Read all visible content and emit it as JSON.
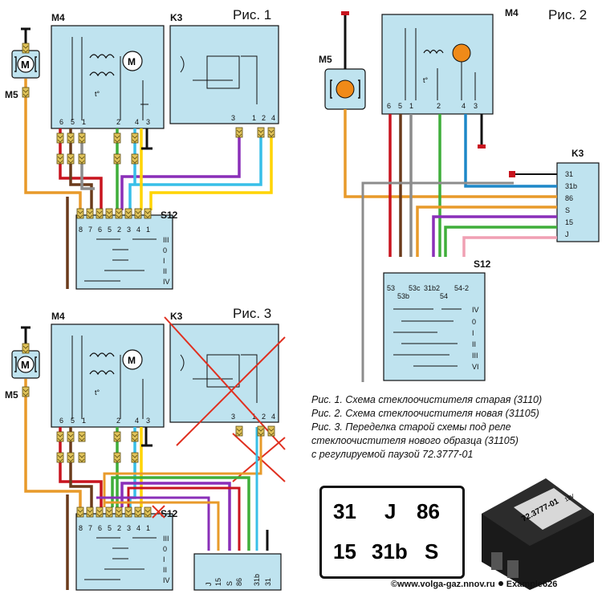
{
  "figures": {
    "fig1": {
      "label": "Рис. 1",
      "motor": "M5",
      "relay_block": "M4",
      "relay": "K3",
      "switch": "S12",
      "m4_pins": [
        "6",
        "5",
        "1",
        "2",
        "4",
        "3"
      ],
      "k3_pins": [
        "3",
        "1",
        "2",
        "4"
      ],
      "s12_pins": [
        "8",
        "7",
        "6",
        "5",
        "2",
        "3",
        "4",
        "1"
      ],
      "s12_positions": [
        "III",
        "0",
        "I",
        "II",
        "IV"
      ]
    },
    "fig2": {
      "label": "Рис. 2",
      "motor": "M5",
      "relay_block": "M4",
      "relay": "K3",
      "switch": "S12",
      "m4_pins": [
        "6",
        "5",
        "1",
        "2",
        "4",
        "3"
      ],
      "k3_pins": [
        "31",
        "31b",
        "86",
        "S",
        "15",
        "J"
      ],
      "s12_pins": [
        "53",
        "53b",
        "53c",
        "31b2",
        "54",
        "54-2"
      ],
      "s12_positions": [
        "IV",
        "0",
        "I",
        "II",
        "III",
        "VI"
      ]
    },
    "fig3": {
      "label": "Рис. 3",
      "motor": "M5",
      "relay_block": "M4",
      "relay": "K3",
      "switch": "S12",
      "m4_pins": [
        "6",
        "5",
        "1",
        "2",
        "4",
        "3"
      ],
      "k3_pins": [
        "3",
        "1",
        "2",
        "4"
      ],
      "s12_pins": [
        "8",
        "7",
        "6",
        "5",
        "2",
        "3",
        "4",
        "1"
      ],
      "s12_positions": [
        "III",
        "0",
        "I",
        "II",
        "IV"
      ],
      "new_relay_pins": [
        "J",
        "15",
        "S",
        "86",
        "31b",
        "31"
      ]
    }
  },
  "caption": {
    "line1": "Рис. 1. Схема стеклоочистителя старая (3110)",
    "line2": "Рис. 2. Схема стеклоочистителя новая (31105)",
    "line3": "Рис. 3. Переделка старой схемы под реле",
    "line4": "стеклоочистителя нового образца (31105)",
    "line5": "с регулируемой паузой 72.3777-01"
  },
  "stamp": {
    "t31": "31",
    "tJ": "J",
    "t86": "86",
    "t15": "15",
    "t31b": "31b",
    "tS": "S"
  },
  "relay_photo": {
    "model": "72.3777-01",
    "voltage": "12V"
  },
  "copyright": {
    "site": "©www.volga-gaz.nnov.ru",
    "example": "Example626"
  },
  "colors": {
    "box": "#bfe3ef",
    "orange": "#e89a2a",
    "red": "#c8141e",
    "brown": "#6b3b1c",
    "grey": "#8c8c8c",
    "green": "#3fae3a",
    "violet": "#8a2fb8",
    "cyan": "#38bfe8",
    "yellow": "#ffd400",
    "blue": "#1e88c8",
    "pink": "#f0a0b4",
    "connector": "#e0c35a",
    "cross": "#e03020"
  }
}
